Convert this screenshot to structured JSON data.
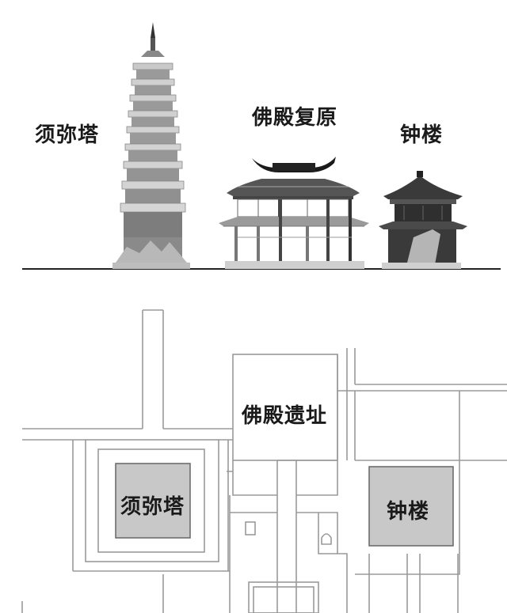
{
  "elevation": {
    "labels": {
      "pagoda": "须弥塔",
      "hall_restored": "佛殿复原",
      "bell_tower": "钟楼"
    }
  },
  "site_plan": {
    "labels": {
      "pagoda": "须弥塔",
      "hall_ruins": "佛殿遗址",
      "bell_tower": "钟楼"
    }
  },
  "colors": {
    "ink": "#1a1a1a",
    "plan_line": "#9a9a9a",
    "fill_gray": "#c8c8c8",
    "pagoda_dark": "#7d7d7d",
    "bell_dark": "#3a3a3a"
  }
}
